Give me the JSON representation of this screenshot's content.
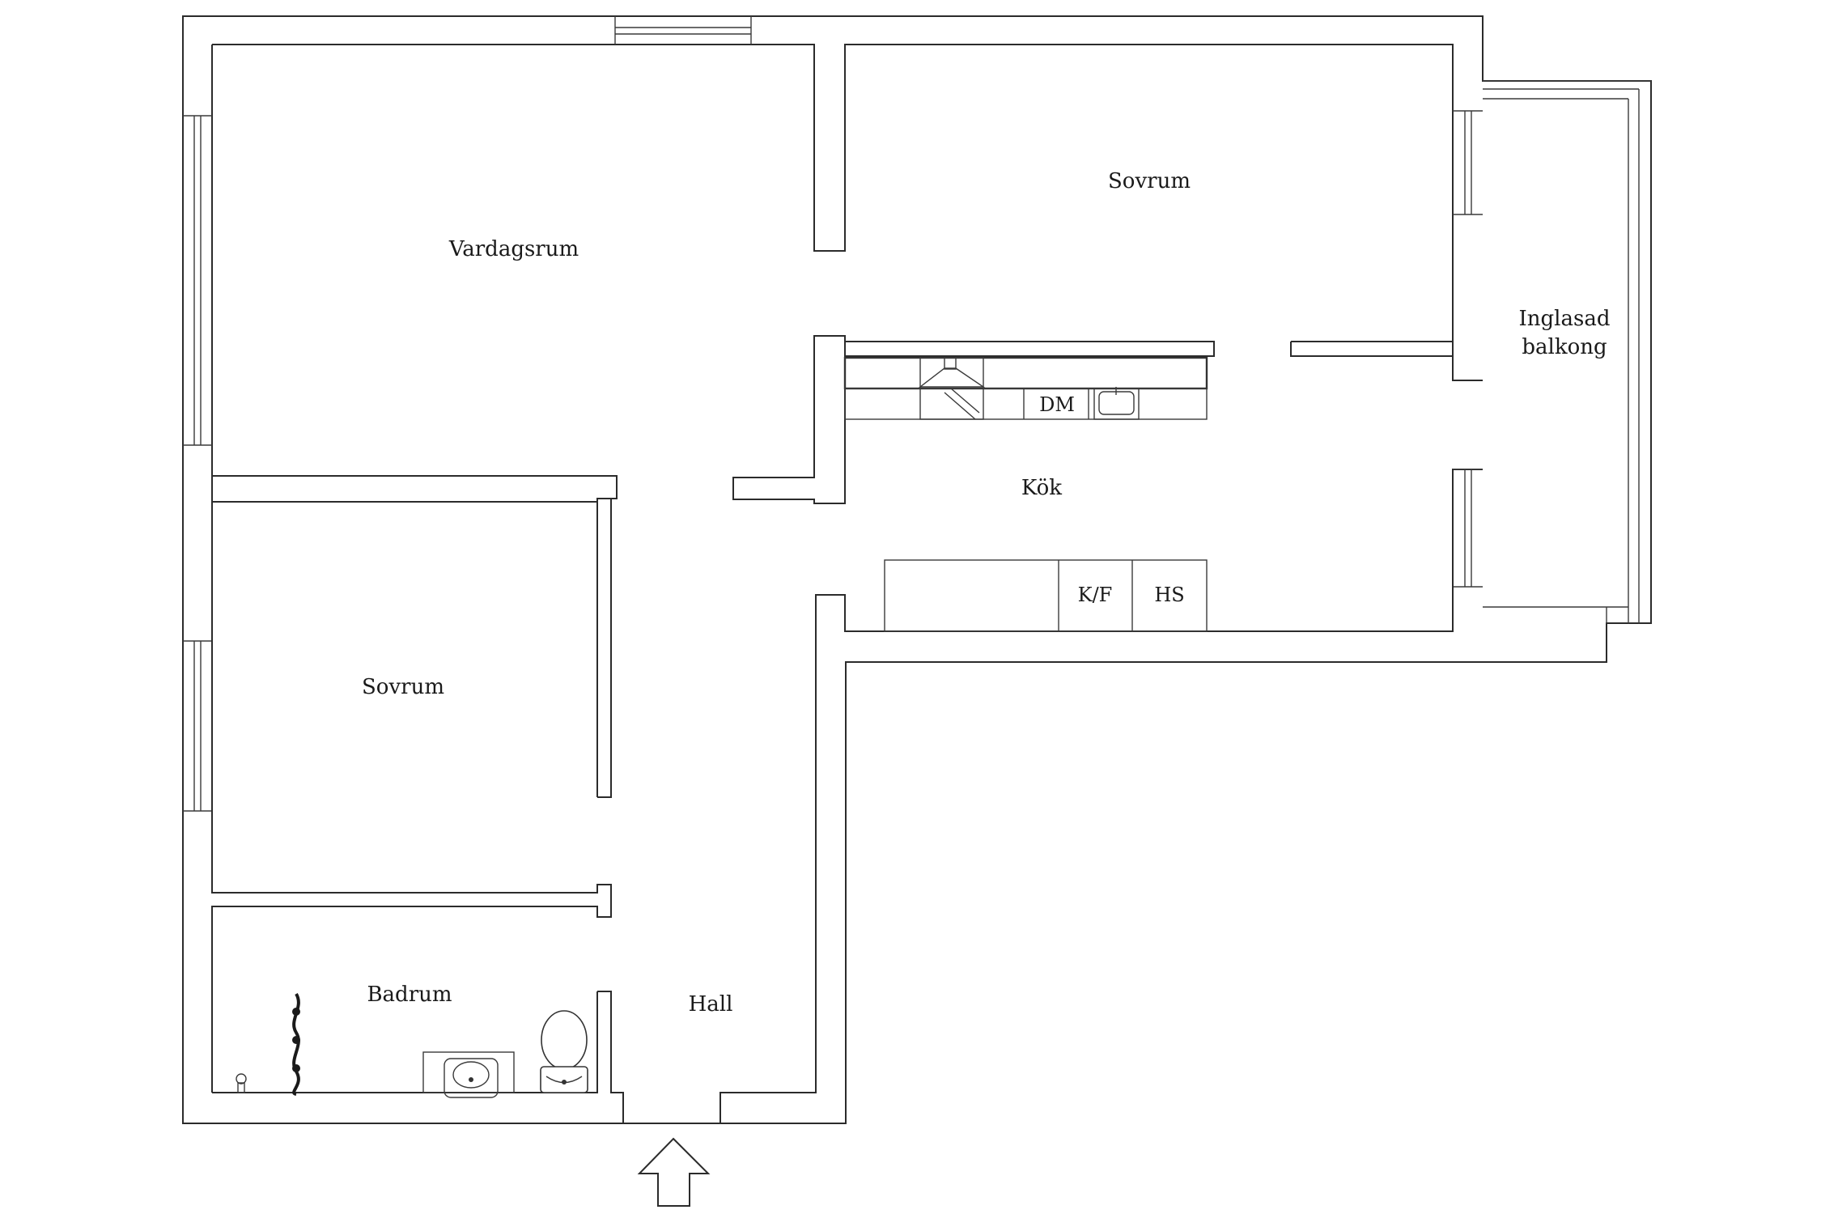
{
  "rooms": {
    "vardagsrum": "Vardagsrum",
    "sovrum_top": "Sovrum",
    "sovrum_left": "Sovrum",
    "kok": "Kök",
    "badrum": "Badrum",
    "hall": "Hall",
    "balcony_line1": "Inglasad",
    "balcony_line2": "balkong"
  },
  "appliances": {
    "dishwasher": "DM",
    "fridge_freezer": "K/F",
    "cabinet": "HS"
  },
  "icons": [
    "entrance-arrow-icon",
    "sink-icon",
    "toilet-icon",
    "stove-hood-icon",
    "towel-rail-icon",
    "faucet-icon",
    "kitchen-sink-icon"
  ]
}
